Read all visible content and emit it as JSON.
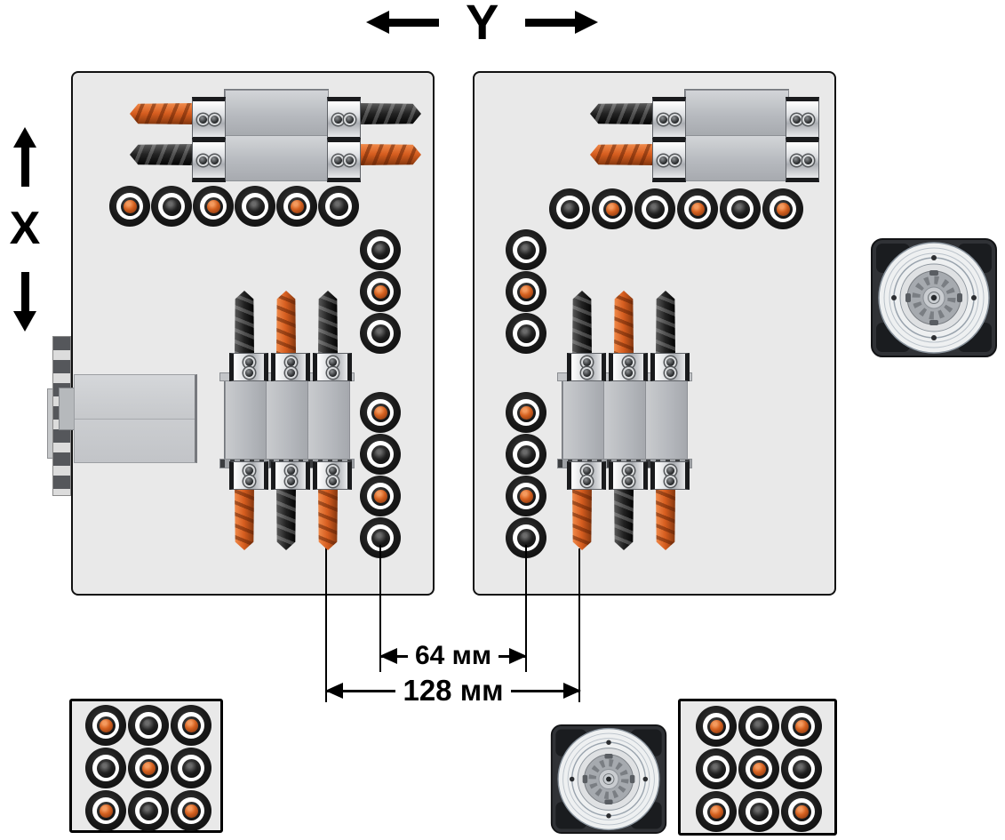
{
  "axes": {
    "y_label": "Y",
    "x_label": "X"
  },
  "dimensions": {
    "spacing_small": "64 мм",
    "spacing_large": "128 мм"
  },
  "palette": {
    "background": "#ffffff",
    "panel_fill": "#e9e9e9",
    "panel_border": "#111111",
    "drill_orange": "#d65d1f",
    "drill_black": "#1e1e1e",
    "dimension_color": "#000000"
  },
  "panels": {
    "left": {
      "top_unit_drills": {
        "left_top": "orange",
        "left_bottom": "black",
        "right_top": "black",
        "right_bottom": "orange"
      },
      "spindle_row": [
        "orange",
        "black",
        "orange",
        "black",
        "orange",
        "black"
      ],
      "side_column_top": [
        "black",
        "orange",
        "black"
      ],
      "side_column_bottom": [
        "orange",
        "black",
        "orange",
        "black"
      ],
      "gang_unit": {
        "top": [
          "black",
          "orange",
          "black"
        ],
        "bottom": [
          "orange",
          "black",
          "orange"
        ]
      }
    },
    "right": {
      "top_unit_drills": {
        "left_top": "black",
        "left_bottom": "orange"
      },
      "spindle_row": [
        "black",
        "orange",
        "black",
        "orange",
        "black",
        "orange"
      ],
      "side_column_top": [
        "black",
        "orange",
        "black"
      ],
      "side_column_bottom": [
        "orange",
        "black",
        "orange",
        "black"
      ],
      "gang_unit": {
        "top": [
          "black",
          "orange",
          "black"
        ],
        "bottom": [
          "orange",
          "black",
          "orange"
        ]
      }
    }
  },
  "detail_grids": {
    "bottom_left": [
      [
        "orange",
        "black",
        "orange"
      ],
      [
        "black",
        "orange",
        "black"
      ],
      [
        "orange",
        "black",
        "orange"
      ]
    ],
    "bottom_right": [
      [
        "orange",
        "black",
        "orange"
      ],
      [
        "black",
        "orange",
        "black"
      ],
      [
        "orange",
        "black",
        "orange"
      ]
    ]
  }
}
